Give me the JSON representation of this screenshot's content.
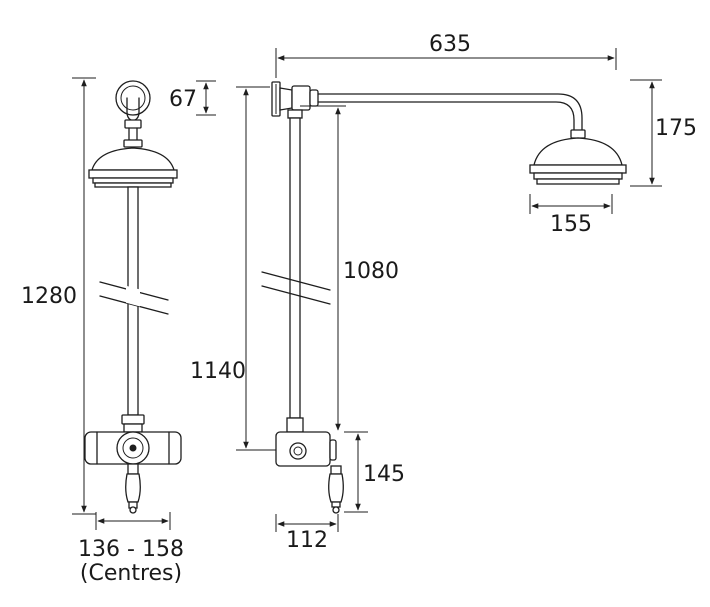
{
  "dimensions": {
    "overall_height": "1280",
    "wall_bracket": "67",
    "arm_reach": "635",
    "head_drop": "175",
    "head_diameter": "155",
    "riser_length": "1080",
    "outlet_to_head": "1140",
    "valve_height": "145",
    "valve_projection": "112",
    "centres_range": "136 - 158",
    "centres_note": "(Centres)"
  },
  "colors": {
    "line": "#1e1e1e",
    "background": "#ffffff"
  }
}
